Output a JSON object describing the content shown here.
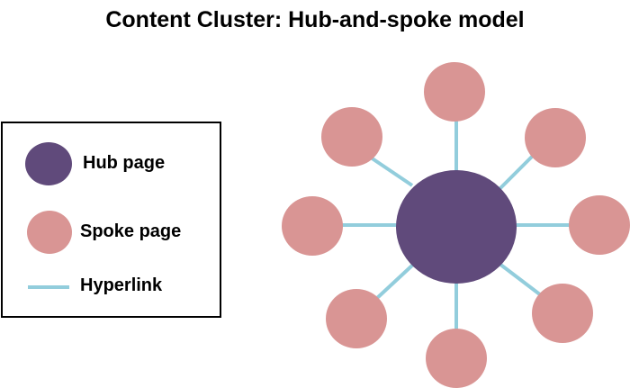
{
  "title": "Content Cluster: Hub-and-spoke model",
  "legend": {
    "hub_label": "Hub page",
    "spoke_label": "Spoke page",
    "link_label": "Hyperlink"
  },
  "colors": {
    "hub": "#604A7B",
    "spoke": "#D99594",
    "link": "#92CDDC",
    "border": "#000000"
  },
  "diagram": {
    "hub_count": 1,
    "spoke_count": 8
  }
}
